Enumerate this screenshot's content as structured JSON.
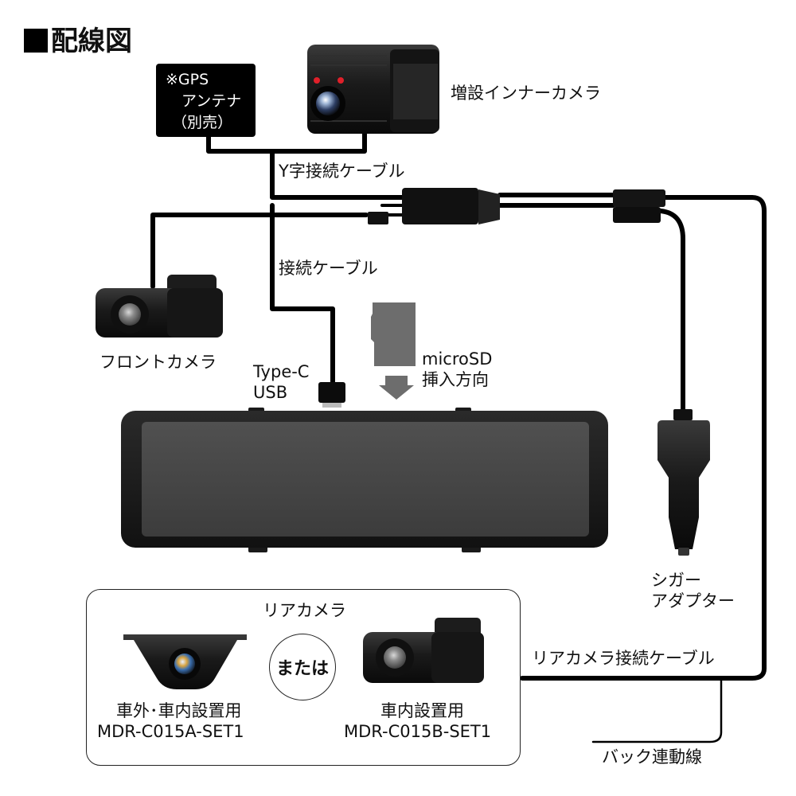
{
  "title": "配線図",
  "labels": {
    "gps_line1": "※GPS",
    "gps_line2": "アンテナ",
    "gps_line3": "（別売）",
    "inner_camera": "増設インナーカメラ",
    "y_cable": "Y字接続ケーブル",
    "connect_cable": "接続ケーブル",
    "front_camera": "フロントカメラ",
    "typec_line1": "Type-C",
    "typec_line2": "USB",
    "microsd_line1": "microSD",
    "microsd_line2": "挿入方向",
    "cigar_line1": "シガー",
    "cigar_line2": "アダプター",
    "rear_camera": "リアカメラ",
    "or": "または",
    "rear_a_line1": "車外･車内設置用",
    "rear_a_line2": "MDR-C015A-SET1",
    "rear_b_line1": "車内設置用",
    "rear_b_line2": "MDR-C015B-SET1",
    "rear_cable": "リアカメラ接続ケーブル",
    "back_line": "バック連動線"
  },
  "colors": {
    "cable": "#000000",
    "device_body": "#1c1c1c",
    "indicator_led": "#e0202a",
    "lens_tint": "#6f8fb8"
  },
  "icons": [
    "gps-antenna-icon",
    "inner-camera-icon",
    "front-camera-icon",
    "microsd-card-icon",
    "down-arrow-icon",
    "mirror-recorder-icon",
    "cigar-adapter-icon",
    "rear-camera-a-icon",
    "rear-camera-b-icon"
  ]
}
